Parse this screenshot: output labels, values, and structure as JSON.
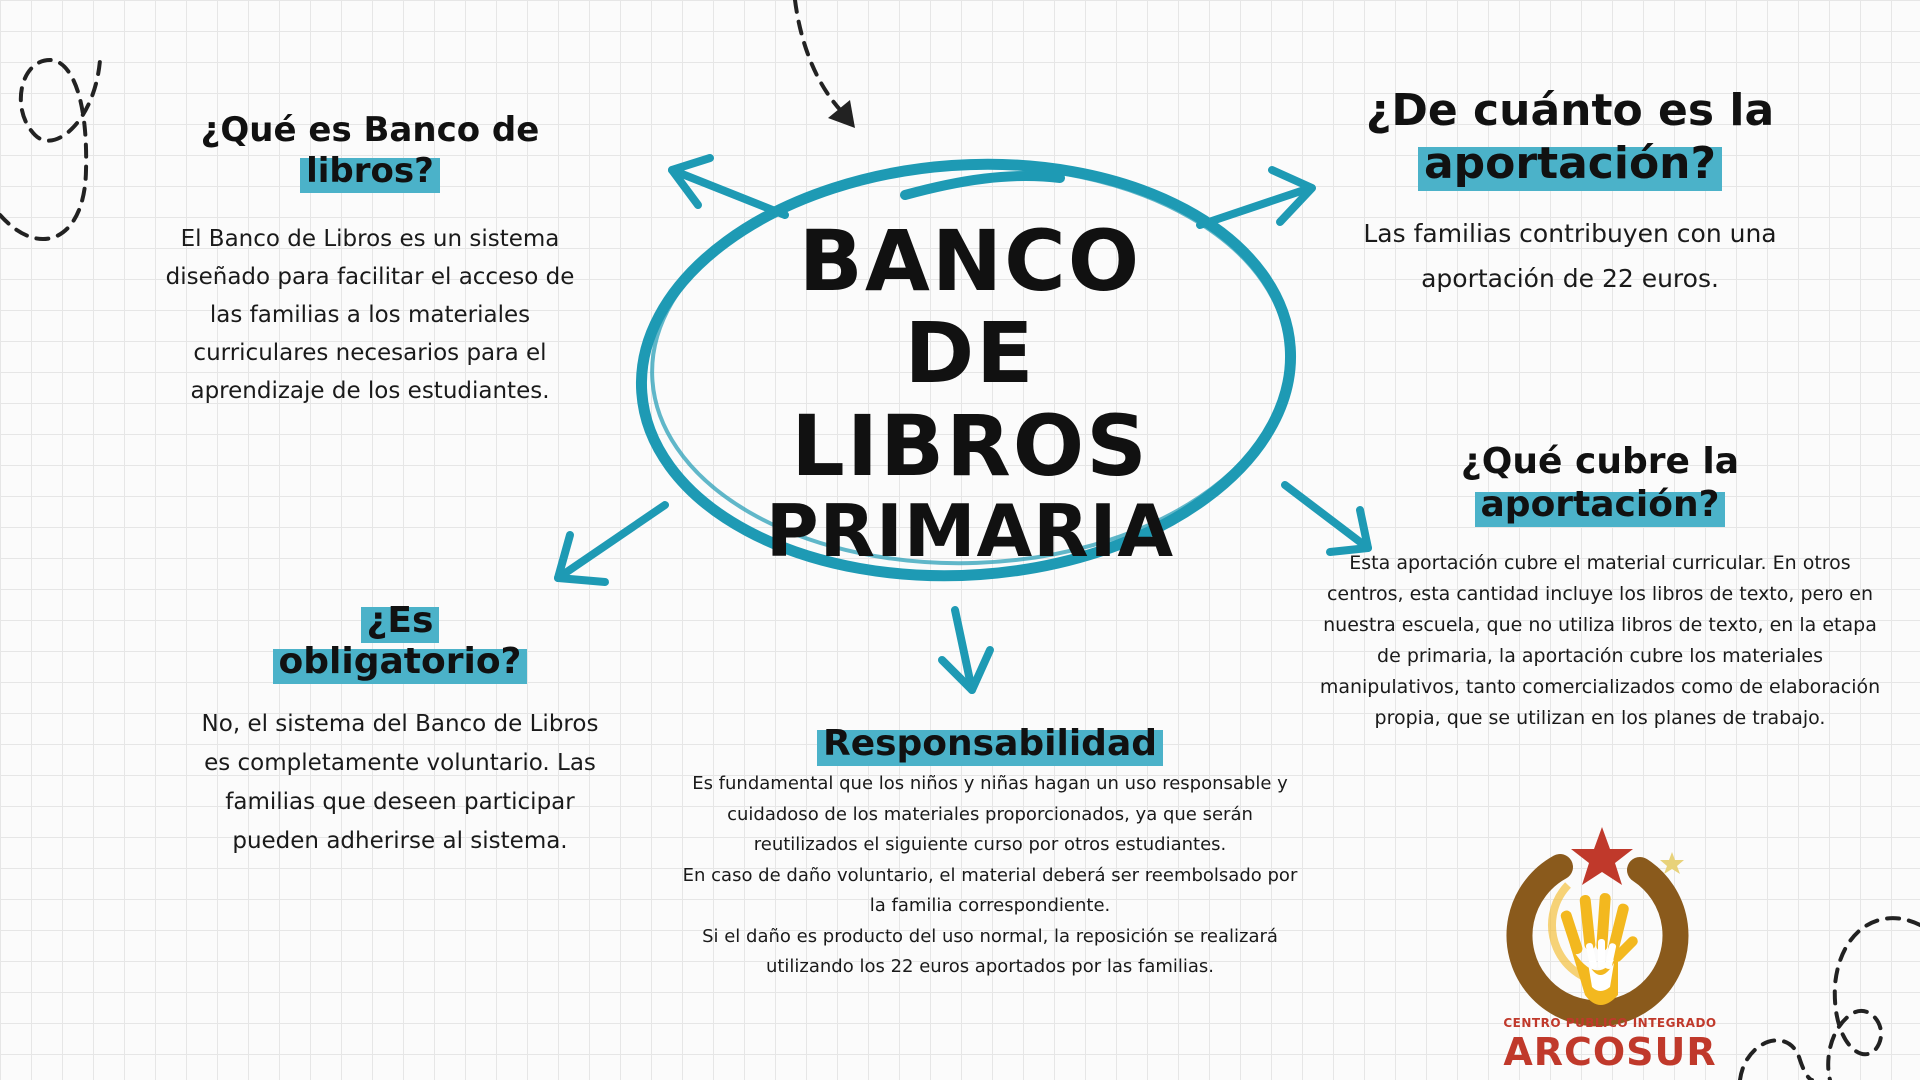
{
  "central": {
    "line1": "BANCO",
    "line2": "DE",
    "line3": "LIBROS",
    "line4": "PRIMARIA"
  },
  "que_es": {
    "heading_a": "¿Qué es Banco de",
    "heading_b": "libros?",
    "body": "El Banco de Libros es un sistema diseñado para facilitar el acceso de las familias a los materiales curriculares necesarios para el aprendizaje de los estudiantes."
  },
  "cuanto": {
    "heading_a": "¿De cuánto es la",
    "heading_b": "aportación?",
    "body": "Las familias contribuyen con una aportación de 22 euros."
  },
  "cubre": {
    "heading_a": "¿Qué cubre la",
    "heading_b": "aportación?",
    "body": "Esta aportación cubre el material curricular. En otros centros, esta cantidad incluye los libros de texto, pero en nuestra escuela, que no utiliza libros de texto, en la etapa de primaria, la aportación cubre los materiales manipulativos, tanto comercializados como de elaboración propia, que se utilizan en los planes de trabajo."
  },
  "obligatorio": {
    "heading_a": "¿Es",
    "heading_b": "obligatorio?",
    "body": "No, el sistema del Banco de Libros es completamente voluntario. Las familias que deseen participar pueden adherirse al sistema."
  },
  "responsabilidad": {
    "heading": "Responsabilidad",
    "p1": "Es fundamental que los niños y niñas hagan un uso responsable y cuidadoso de los materiales proporcionados, ya que serán reutilizados el siguiente curso por otros estudiantes.",
    "p2": "En caso de daño voluntario, el material deberá ser reembolsado por la familia correspondiente.",
    "p3": "Si el daño es producto del uso normal, la reposición se realizará utilizando los 22 euros aportados por las familias."
  },
  "logo": {
    "caption_small": "CENTRO PUBLICO INTEGRADO",
    "caption_big": "ARCOSUR"
  },
  "colors": {
    "accent": "#4bb2c9",
    "outline": "#1e9ab4",
    "logo_red": "#c0392b",
    "logo_brown": "#8a5a1c",
    "logo_yellow": "#f3b81f"
  }
}
